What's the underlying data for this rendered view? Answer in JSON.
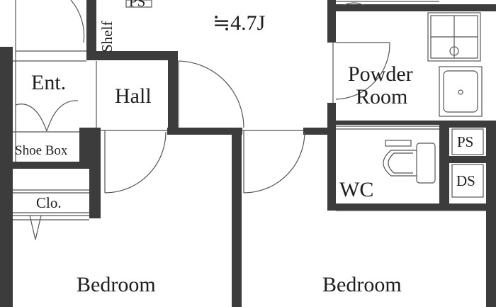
{
  "rooms": {
    "closet_top_ps": "PS",
    "area_label": "≒4.7J",
    "shelf": "Shelf",
    "entrance": "Ent.",
    "hall": "Hall",
    "powder_room_line1": "Powder",
    "powder_room_line2": "Room",
    "shoe_box": "Shoe Box",
    "wc": "WC",
    "ps_right": "PS",
    "ds_right": "DS",
    "closet": "Clo.",
    "bedroom_left": "Bedroom",
    "bedroom_right": "Bedroom"
  },
  "colors": {
    "wall": "#3c3c3c",
    "line": "#555555",
    "background": "#ffffff"
  }
}
